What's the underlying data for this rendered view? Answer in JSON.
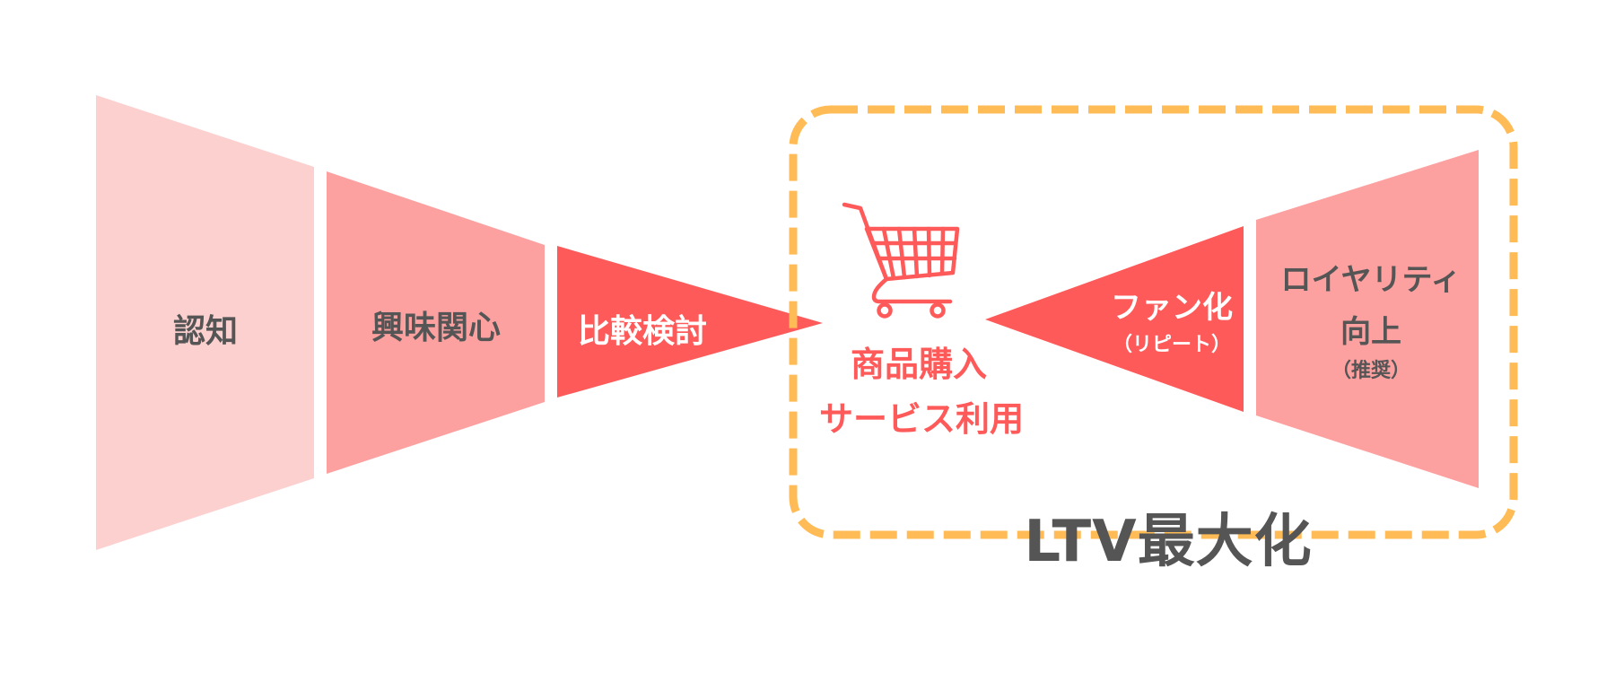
{
  "colors": {
    "stage_awareness": "#FDD0D0",
    "stage_interest": "#FDA0A0",
    "stage_comparison": "#FF5A5A",
    "stage_fan": "#FF5A5A",
    "stage_loyalty": "#FDA0A0",
    "ltv_box_border": "#FFBB55",
    "text_dark": "#555555",
    "text_accent": "#FF5A5A",
    "text_light": "#FFFFFF"
  },
  "funnel_left": {
    "stages": [
      {
        "label": "認知"
      },
      {
        "label": "興味関心"
      },
      {
        "label": "比較検討"
      }
    ]
  },
  "center": {
    "icon": "shopping-cart-icon",
    "line1": "商品購入",
    "line2": "サービス利用"
  },
  "funnel_right": {
    "fan": {
      "label": "ファン化",
      "sublabel": "（リピート）"
    },
    "loyalty": {
      "line1": "ロイヤリティ",
      "line2": "向上",
      "sublabel": "（推奨）"
    }
  },
  "ltv_box": {
    "label": "LTV最大化"
  }
}
